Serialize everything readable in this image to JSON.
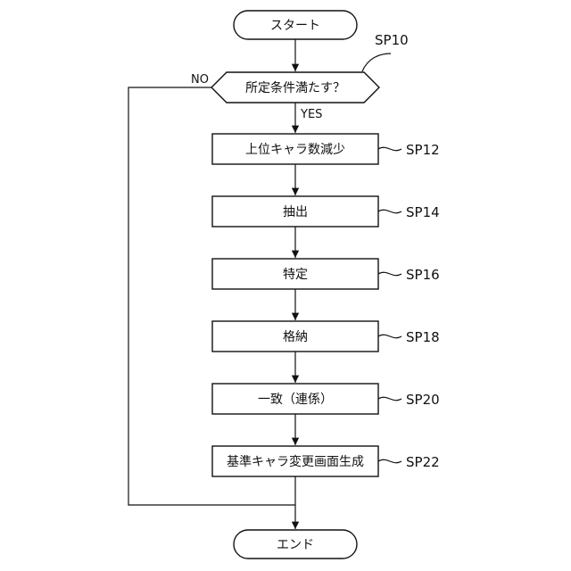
{
  "flowchart": {
    "start": {
      "label": "スタート"
    },
    "decision": {
      "label": "所定条件満たす？",
      "step": "SP10",
      "yes_label": "YES",
      "no_label": "NO"
    },
    "steps": [
      {
        "label": "上位キャラ数減少",
        "step": "SP12"
      },
      {
        "label": "抽出",
        "step": "SP14"
      },
      {
        "label": "特定",
        "step": "SP16"
      },
      {
        "label": "格納",
        "step": "SP18"
      },
      {
        "label": "一致（連係）",
        "step": "SP20"
      },
      {
        "label": "基準キャラ変更画面生成",
        "step": "SP22"
      }
    ],
    "end": {
      "label": "エンド"
    }
  },
  "colors": {
    "line": "#111111",
    "fill": "#ffffff",
    "text": "#111111"
  }
}
